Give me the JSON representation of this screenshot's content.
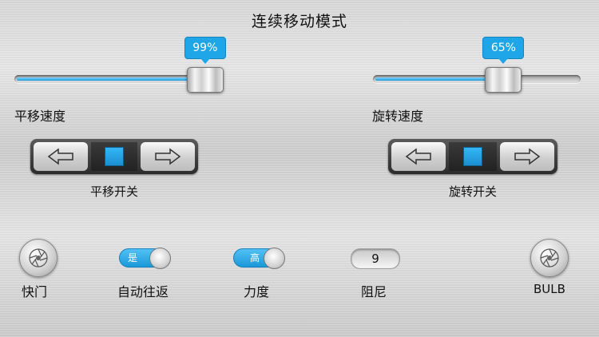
{
  "title": "连续移动模式",
  "pan": {
    "speed_label": "平移速度",
    "speed_value": "99%",
    "speed_fraction": 0.99,
    "switch_label": "平移开关"
  },
  "rotate": {
    "speed_label": "旋转速度",
    "speed_value": "65%",
    "speed_fraction": 0.65,
    "switch_label": "旋转开关"
  },
  "bottom": {
    "shutter_label": "快门",
    "auto_return": {
      "label": "自动往返",
      "state": "是"
    },
    "force": {
      "label": "力度",
      "state": "高"
    },
    "damping": {
      "label": "阻尼",
      "value": "9"
    },
    "bulb_label": "BULB"
  },
  "colors": {
    "accent": "#1fa6e8"
  },
  "icons": [
    "arrow-left-icon",
    "stop-icon",
    "arrow-right-icon",
    "aperture-icon"
  ]
}
